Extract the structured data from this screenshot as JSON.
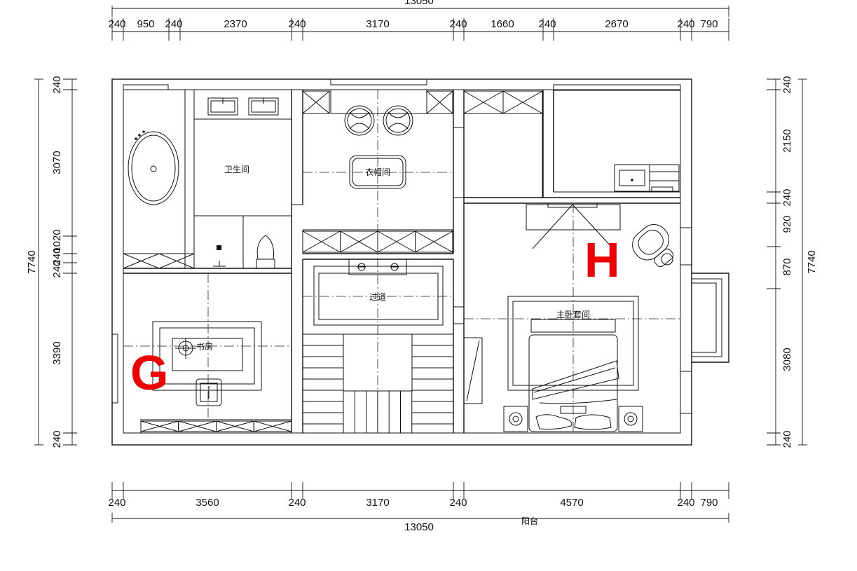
{
  "dims": {
    "top_total": "13050",
    "top": [
      "240",
      "950",
      "240",
      "2370",
      "240",
      "3170",
      "240",
      "1660",
      "240",
      "2670",
      "240",
      "790"
    ],
    "bottom_total": "13050",
    "bottom": [
      "240",
      "3560",
      "240",
      "3170",
      "240",
      "4570",
      "240",
      "790"
    ],
    "left_total": "7740",
    "left": [
      "240",
      "3070",
      "1020",
      "240",
      "240",
      "3390",
      "240"
    ],
    "right_total": "7740",
    "right": [
      "240",
      "2150",
      "240",
      "920",
      "870",
      "3080",
      "240"
    ]
  },
  "rooms": {
    "bathroom": "卫生间",
    "cloakroom": "衣帽间",
    "corridor": "过道",
    "study": "书房",
    "master_suite": "主卧套间",
    "balcony": "阳台"
  },
  "markers": {
    "g": "G",
    "h": "H"
  }
}
